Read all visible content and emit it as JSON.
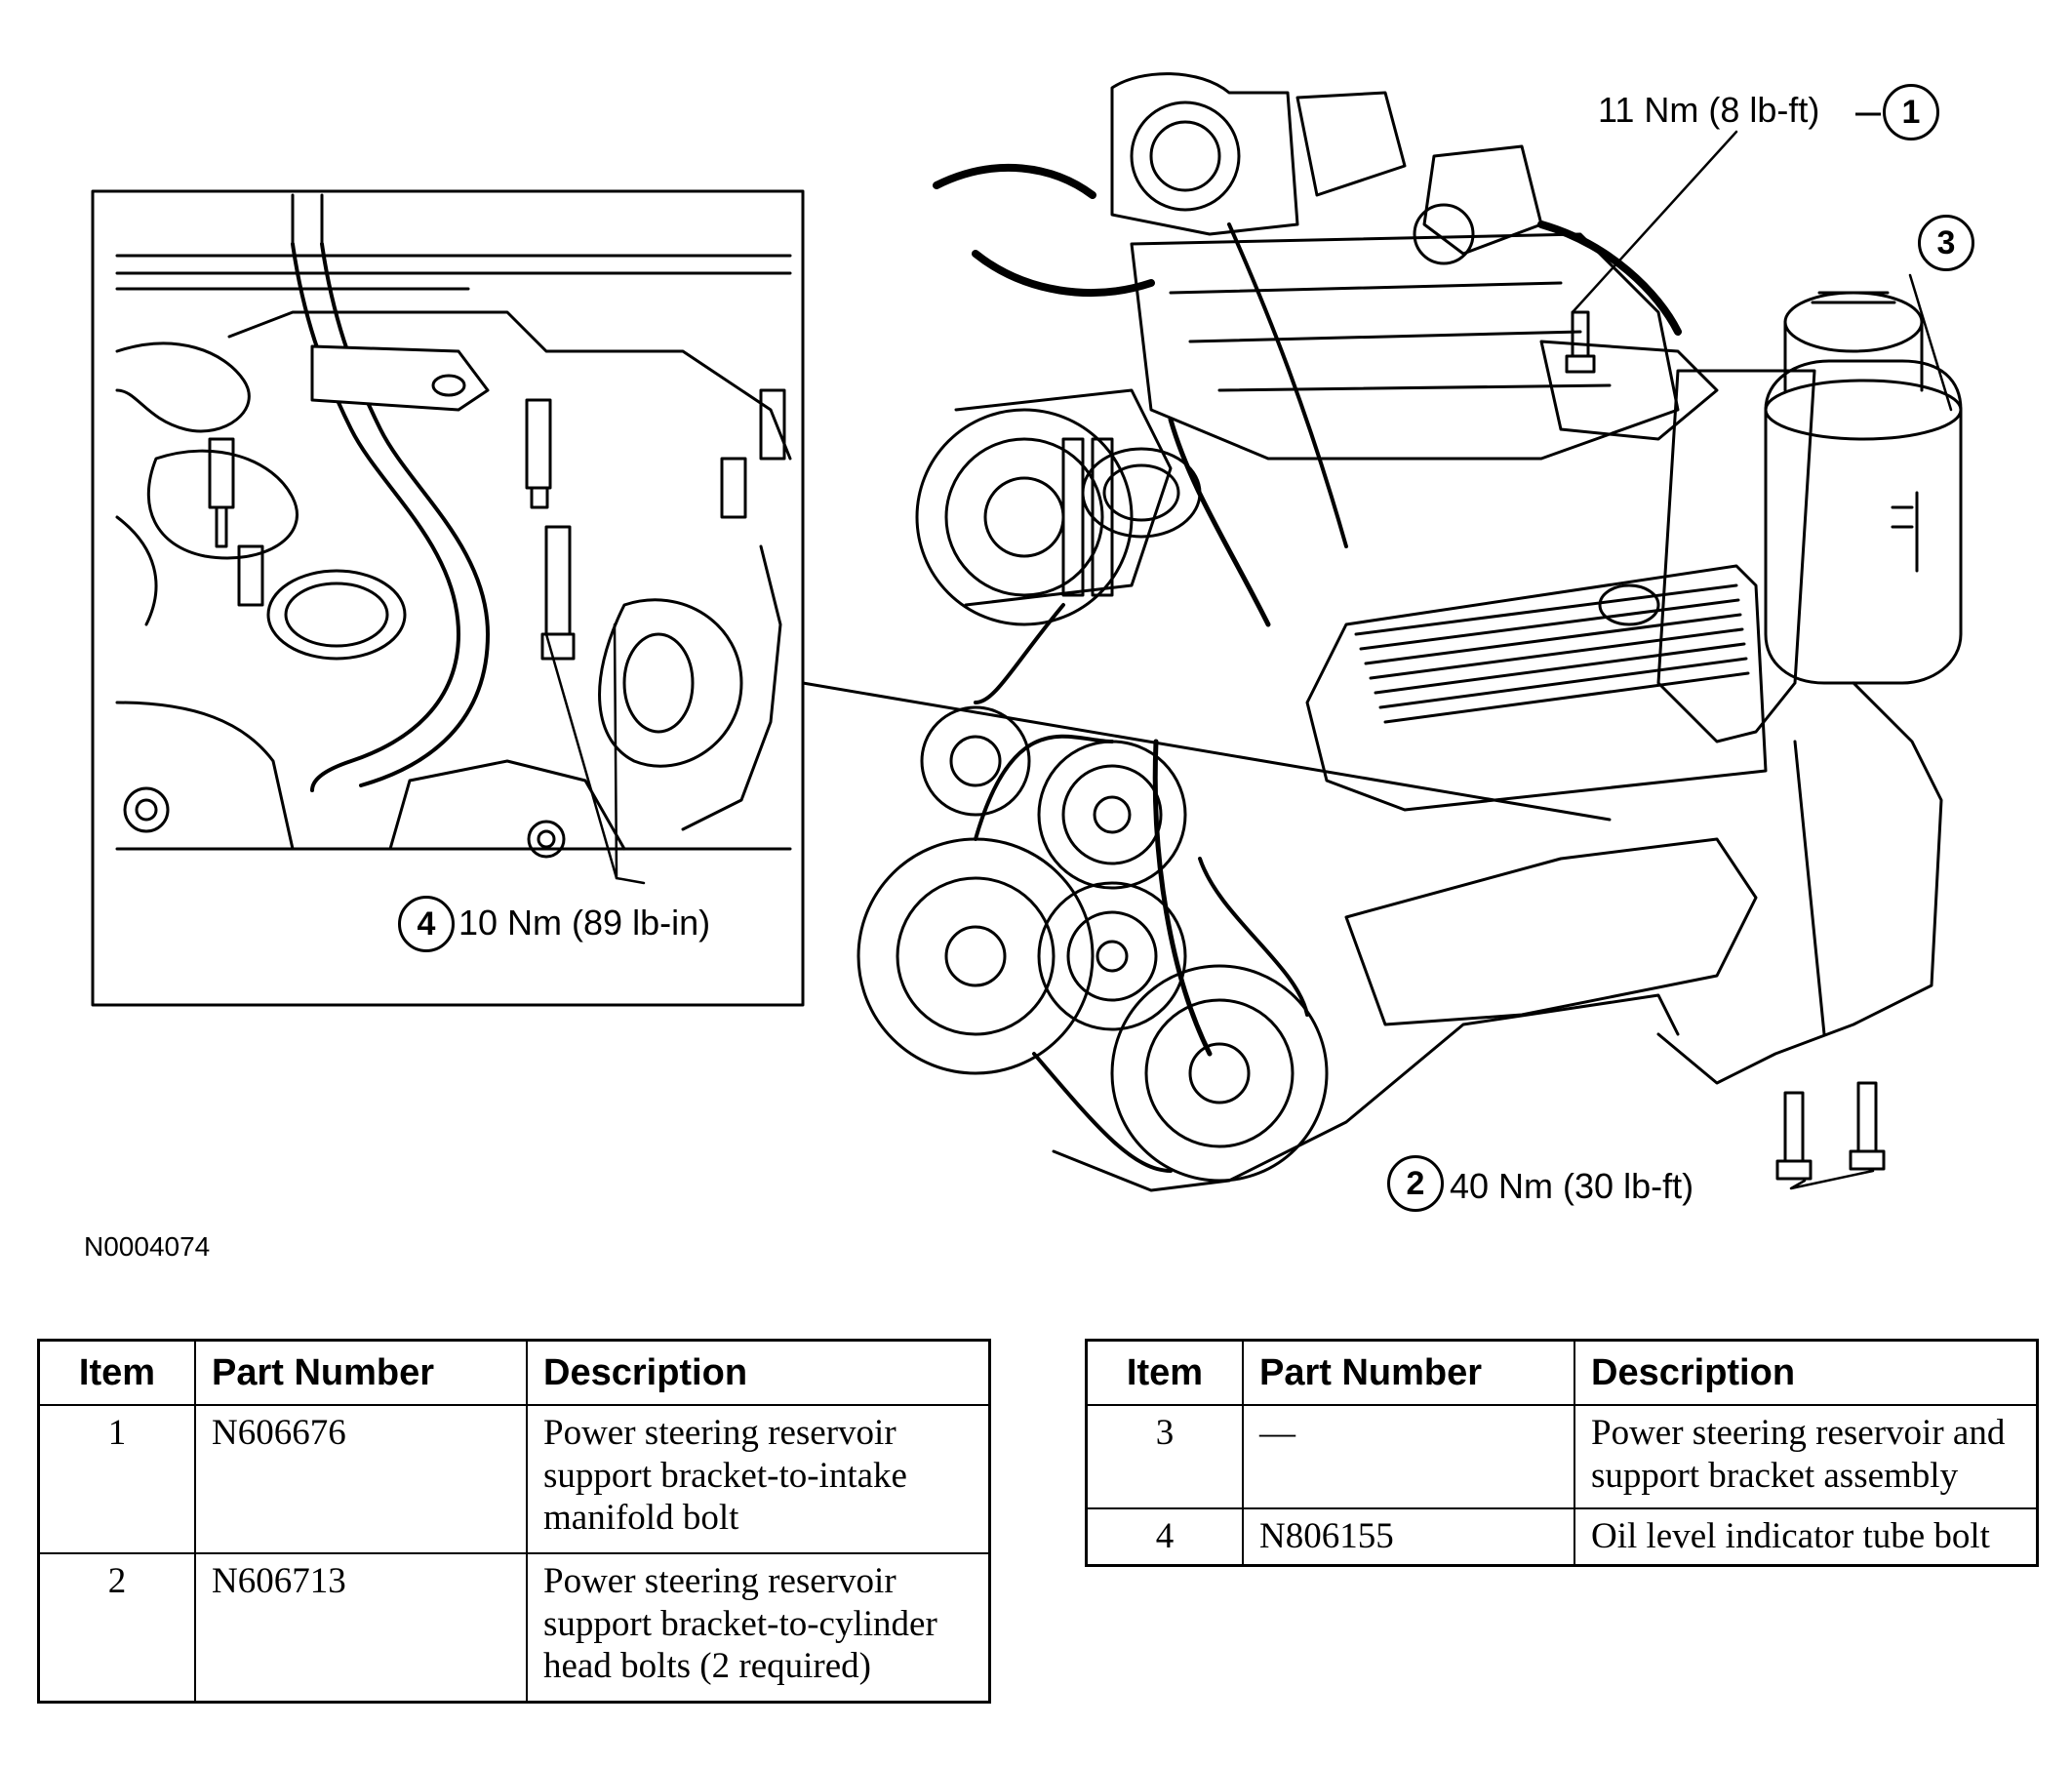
{
  "callouts": [
    {
      "num": "1",
      "torque": "11 Nm (8 lb-ft)"
    },
    {
      "num": "2",
      "torque": "40 Nm (30 lb-ft)"
    },
    {
      "num": "3",
      "torque": ""
    },
    {
      "num": "4",
      "torque": "10 Nm (89 lb-in)"
    }
  ],
  "figure_id": "N0004074",
  "tables": [
    {
      "headers": [
        "Item",
        "Part Number",
        "Description"
      ],
      "rows": [
        {
          "item": "1",
          "part": "N606676",
          "desc": "Power steering reservoir support bracket-to-intake manifold bolt"
        },
        {
          "item": "2",
          "part": "N606713",
          "desc": "Power steering reservoir support bracket-to-cylinder head bolts (2 required)"
        }
      ]
    },
    {
      "headers": [
        "Item",
        "Part Number",
        "Description"
      ],
      "rows": [
        {
          "item": "3",
          "part": "—",
          "desc": "Power steering reservoir and support bracket assembly"
        },
        {
          "item": "4",
          "part": "N806155",
          "desc": "Oil level indicator tube bolt"
        }
      ]
    }
  ],
  "colors": {
    "ink": "#000000",
    "paper": "#ffffff"
  }
}
